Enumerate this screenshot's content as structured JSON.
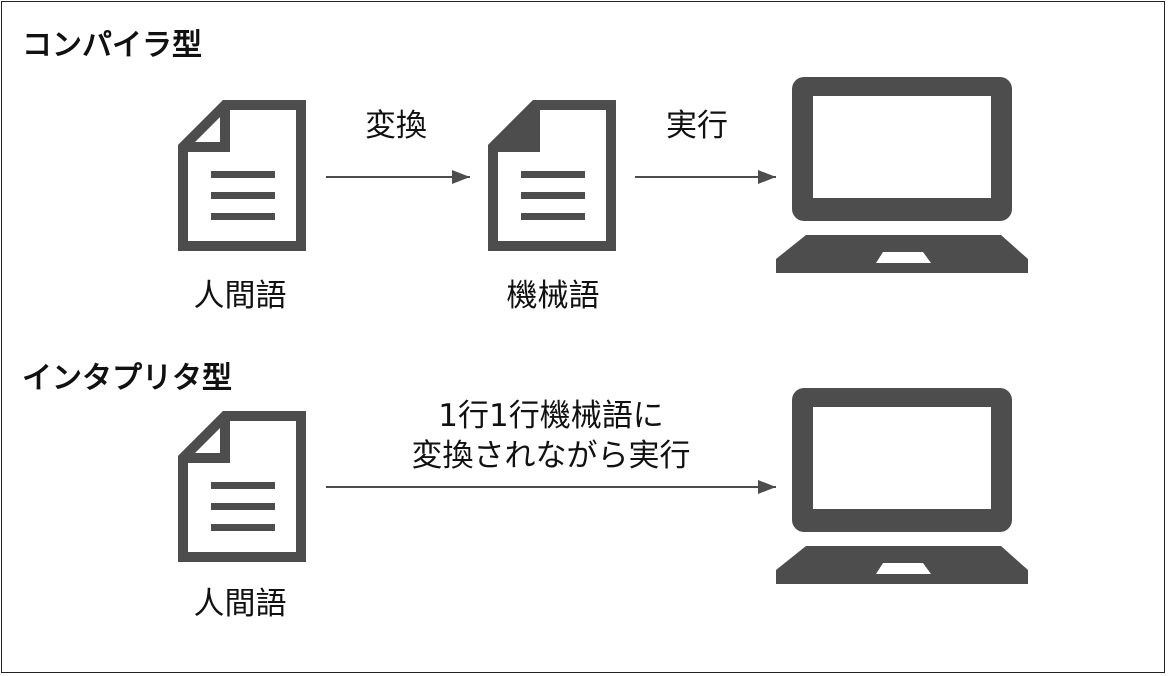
{
  "compiler": {
    "title": "コンパイラ型",
    "source_label": "人間語",
    "convert_label": "変換",
    "target_label": "機械語",
    "execute_label": "実行"
  },
  "interpreter": {
    "title": "インタプリタ型",
    "source_label": "人間語",
    "process_line1": "1行1行機械語に",
    "process_line2": "変換されながら実行"
  },
  "colors": {
    "icon": "#4d4d4d",
    "text": "#111111"
  }
}
